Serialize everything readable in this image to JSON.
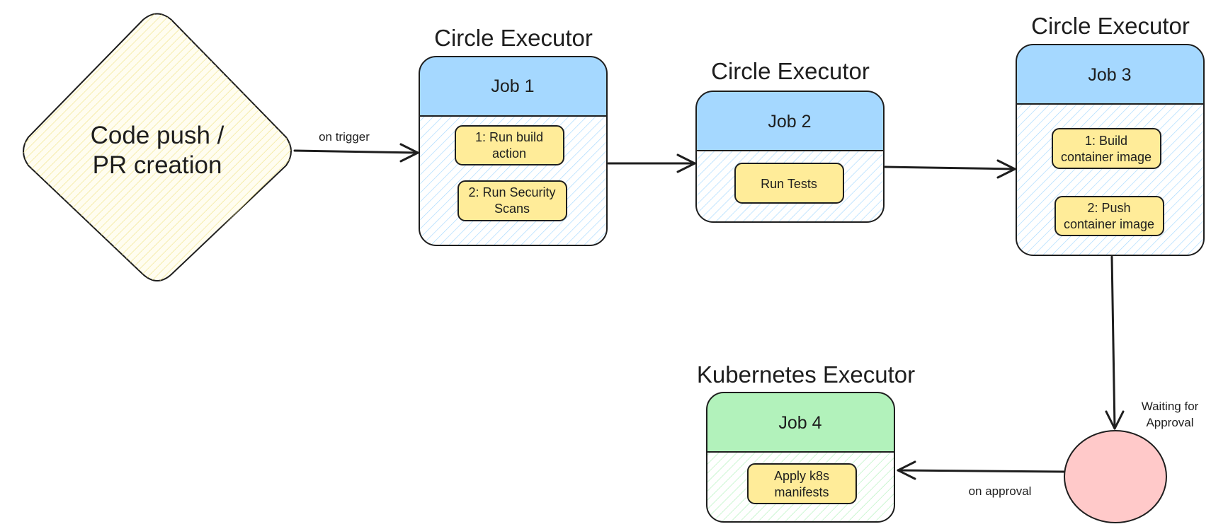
{
  "start": {
    "line1": "Code push /",
    "line2": "PR creation"
  },
  "executors": {
    "job1": {
      "executor": "Circle Executor",
      "title": "Job 1",
      "steps": [
        {
          "l1": "1: Run build",
          "l2": "action"
        },
        {
          "l1": "2: Run Security",
          "l2": "Scans"
        }
      ]
    },
    "job2": {
      "executor": "Circle Executor",
      "title": "Job 2",
      "steps": [
        {
          "l1": "Run Tests"
        }
      ]
    },
    "job3": {
      "executor": "Circle Executor",
      "title": "Job 3",
      "steps": [
        {
          "l1": "1: Build",
          "l2": "container image"
        },
        {
          "l1": "2: Push",
          "l2": "container image"
        }
      ]
    },
    "job4": {
      "executor": "Kubernetes Executor",
      "title": "Job 4",
      "steps": [
        {
          "l1": "Apply k8s",
          "l2": "manifests"
        }
      ]
    }
  },
  "approval": {
    "line1": "Waiting for",
    "line2": "Approval"
  },
  "edges": {
    "trigger": "on trigger",
    "approval": "on approval"
  },
  "colors": {
    "job_header_blue": "#a5d8ff",
    "job_header_green": "#b2f2bb",
    "step_fill": "#ffec99",
    "start_fill": "#fff9db",
    "approval_fill": "#ffc9c9",
    "stroke": "#1e1e1e"
  }
}
